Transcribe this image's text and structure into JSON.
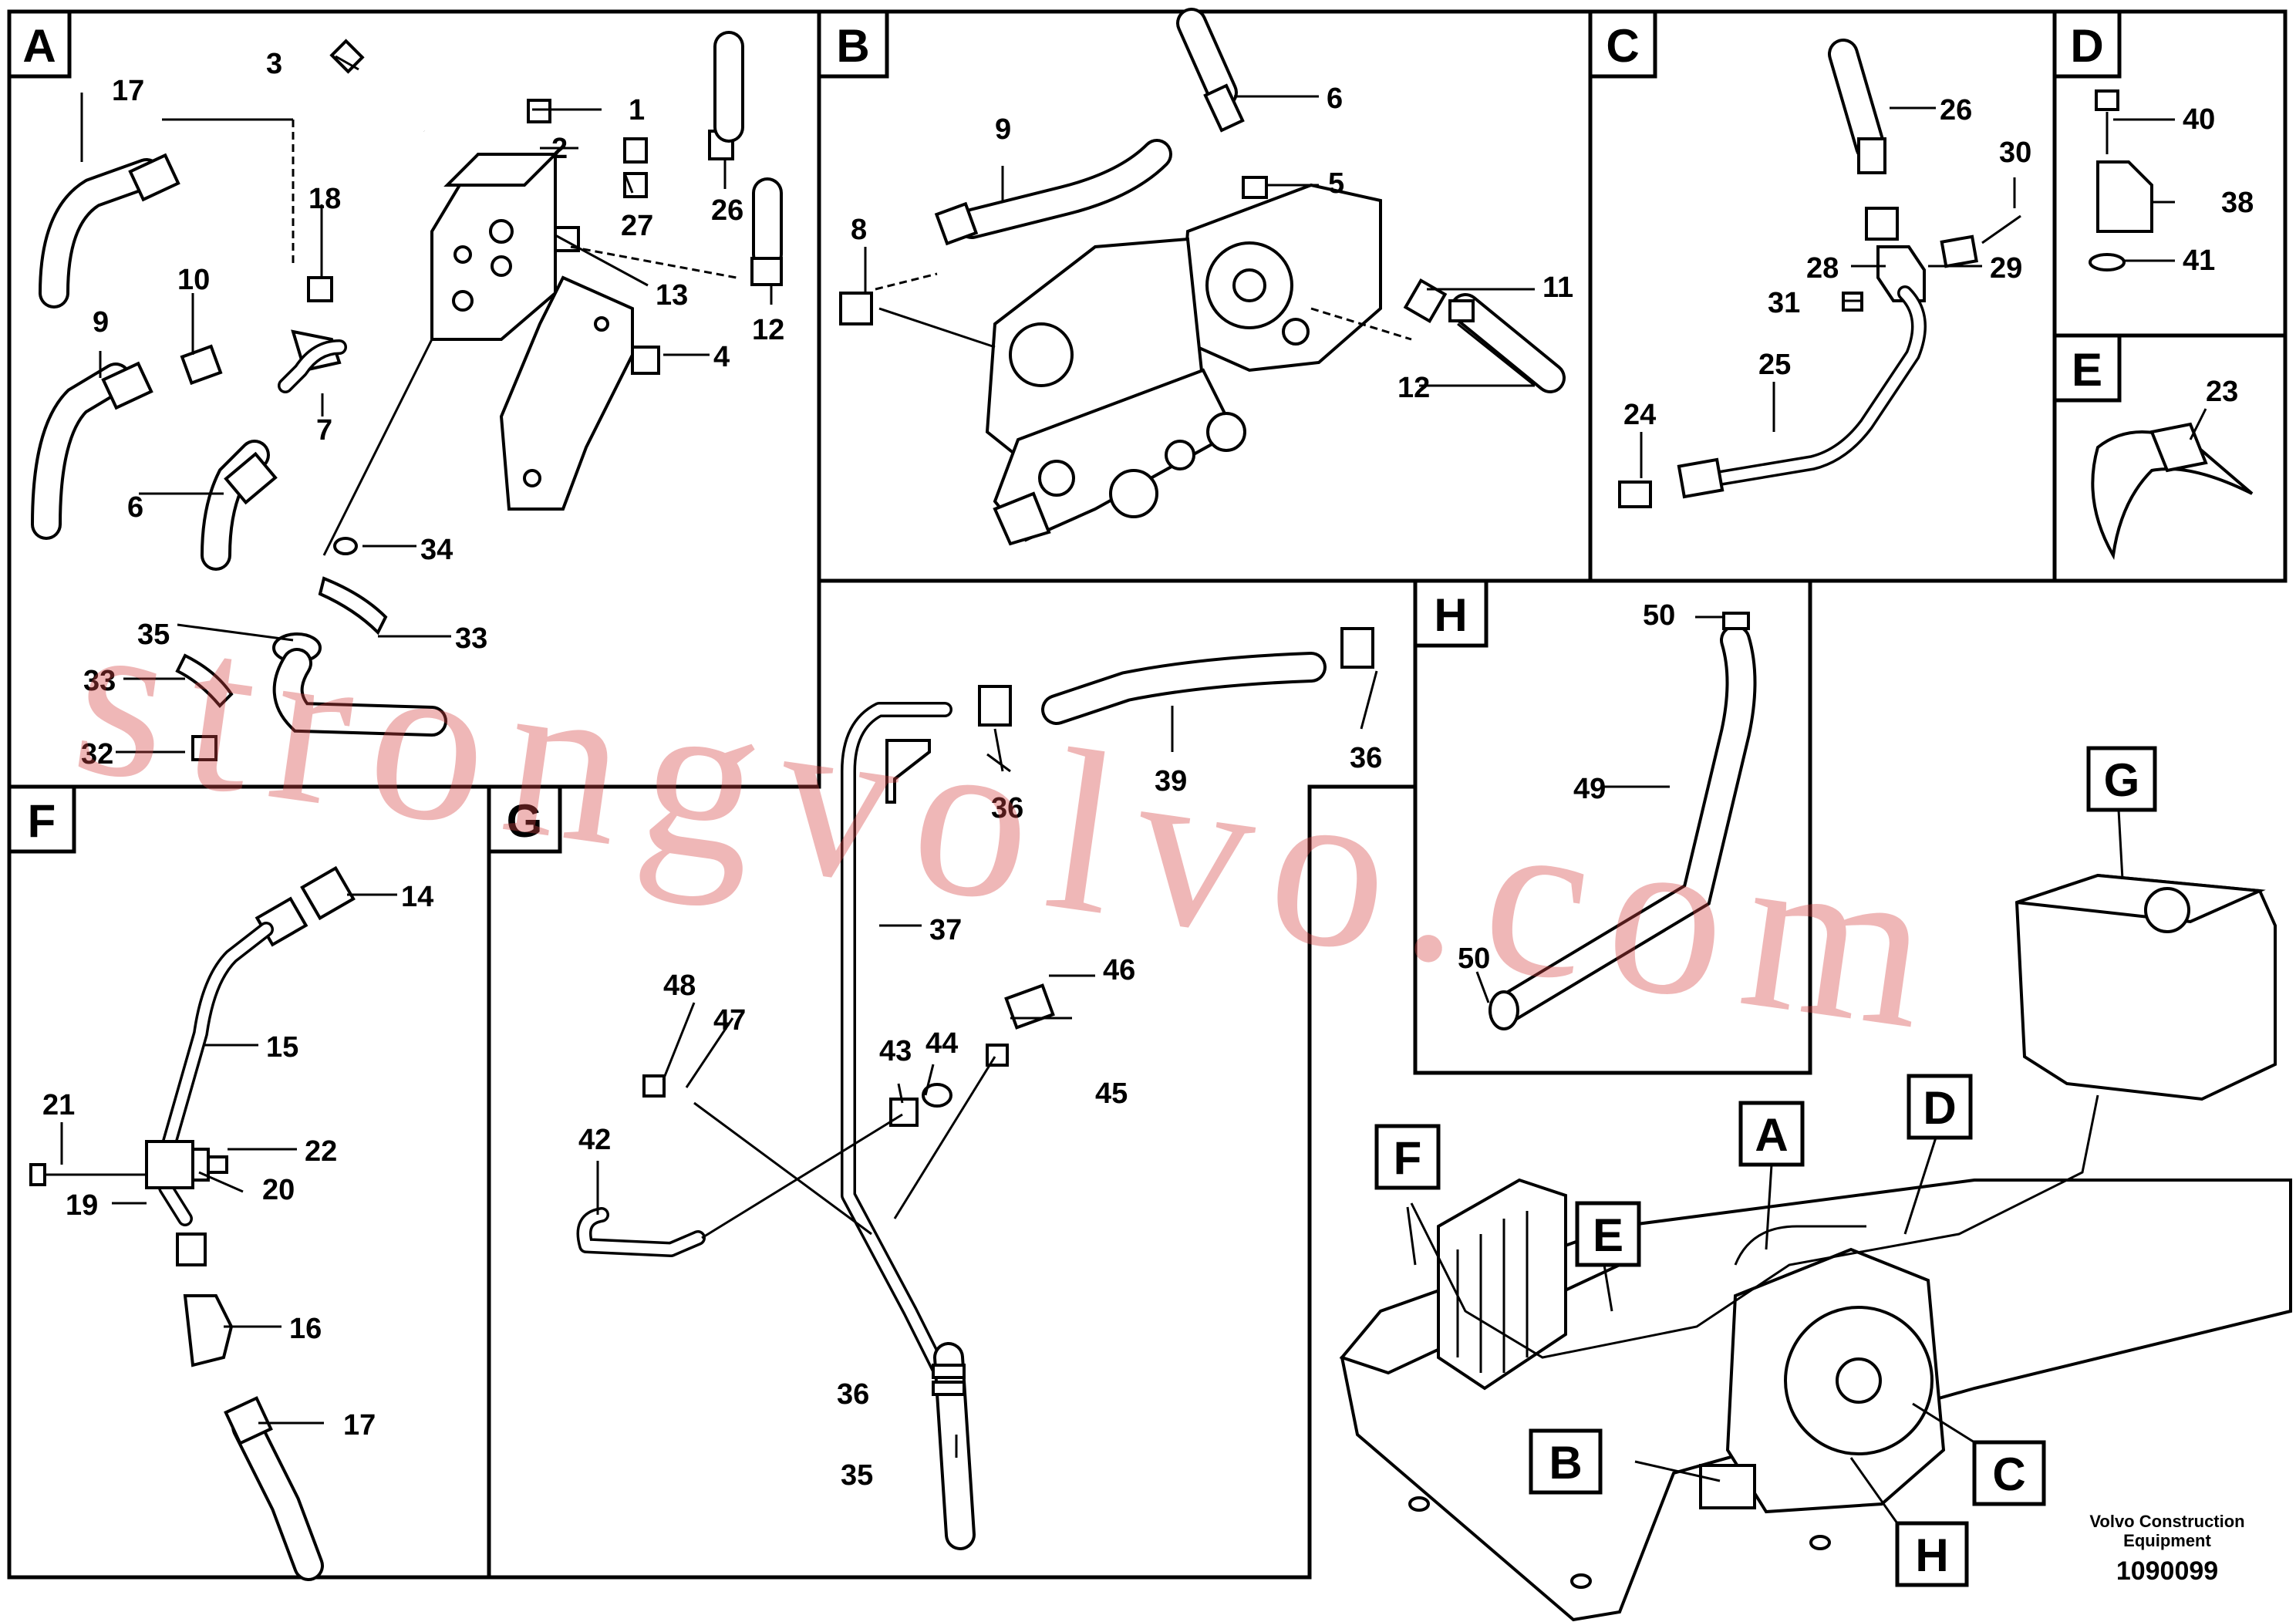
{
  "sections": [
    {
      "letter": "A",
      "parts": [
        "1",
        "2",
        "3",
        "4",
        "6",
        "7",
        "9",
        "10",
        "12",
        "13",
        "17",
        "18",
        "26",
        "27",
        "32",
        "33",
        "33",
        "34",
        "35"
      ]
    },
    {
      "letter": "B",
      "parts": [
        "5",
        "6",
        "8",
        "9",
        "11",
        "12"
      ]
    },
    {
      "letter": "C",
      "parts": [
        "24",
        "25",
        "26",
        "28",
        "29",
        "30",
        "31"
      ]
    },
    {
      "letter": "D",
      "parts": [
        "38",
        "40",
        "41"
      ]
    },
    {
      "letter": "E",
      "parts": [
        "23"
      ]
    },
    {
      "letter": "F",
      "parts": [
        "14",
        "15",
        "16",
        "17",
        "19",
        "20",
        "21",
        "22"
      ]
    },
    {
      "letter": "G",
      "parts": [
        "35",
        "36",
        "36",
        "36",
        "37",
        "39",
        "42",
        "43",
        "44",
        "45",
        "46",
        "47",
        "48"
      ]
    },
    {
      "letter": "H",
      "parts": [
        "49",
        "50",
        "50"
      ]
    }
  ],
  "overview_labels": [
    "G",
    "F",
    "A",
    "D",
    "E",
    "B",
    "C",
    "H"
  ],
  "footer": {
    "company_line1": "Volvo Construction",
    "company_line2": "Equipment",
    "drawing_number": "1090099"
  },
  "watermark": "strongvolvo.com"
}
